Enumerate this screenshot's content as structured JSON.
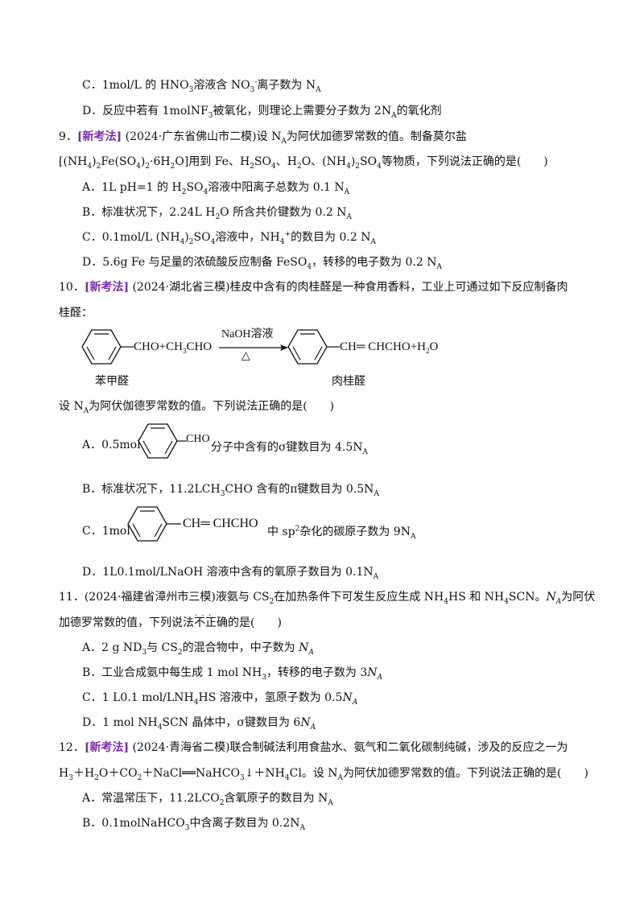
{
  "q8": {
    "optC": {
      "label": "C．",
      "a": "1mol/L 的 HNO",
      "s1": "3",
      "b": "溶液含 NO",
      "s2": "3",
      "s3": "-",
      "c": "离子数为 N",
      "s4": "A"
    },
    "optD": {
      "label": "D．",
      "a": "反应中若有 1molNF",
      "s1": "3",
      "b": "被氧化，则理论上需要分子数为 2N",
      "s2": "A",
      "c": "的氧化剂"
    }
  },
  "q9": {
    "num": "9．",
    "tag": "[新考法]",
    "line1": {
      "a": "(2024·广东省佛山市二模)设 N",
      "s1": "A",
      "b": "为阿伏加德罗常数的值。制备莫尔盐"
    },
    "line2": {
      "a": "[(NH",
      "s1": "4",
      "b": ")",
      "s2": "2",
      "c": "Fe(SO",
      "s3": "4",
      "d": ")",
      "s4": "2",
      "e": "·6H",
      "s5": "2",
      "f": "O]用到 Fe、H",
      "s6": "2",
      "g": "SO",
      "s7": "4",
      "h": "、H",
      "s8": "2",
      "i": "O、(NH",
      "s9": "4",
      "j": ")",
      "s10": "2",
      "k": "SO",
      "s11": "4",
      "l": "等物质，下列说法正确的是(　　)"
    },
    "optA": {
      "label": "A．",
      "a": "1L pH=1 的 H",
      "s1": "2",
      "b": "SO",
      "s2": "4",
      "c": "溶液中阳离子总数为 0.1 N",
      "s3": "A"
    },
    "optB": {
      "label": "B．",
      "a": "标准状况下，2.24L H",
      "s1": "2",
      "b": "O 所含共价键数为 0.2 N",
      "s2": "A"
    },
    "optC": {
      "label": "C．",
      "a": "0.1mol/L (NH",
      "s1": "4",
      "b": ")",
      "s2": "2",
      "c": "SO",
      "s3": "4",
      "d": "溶液中，NH",
      "s4": "4",
      "s5": "+",
      "e": "的数目为 0.2 N",
      "s6": "A"
    },
    "optD": {
      "label": "D．",
      "a": "5.6g Fe 与足量的浓硫酸反应制备 FeSO",
      "s1": "4",
      "b": "，转移的电子数为 0.2 N",
      "s2": "A"
    }
  },
  "q10": {
    "num": "10．",
    "tag": "[新考法]",
    "line1": "(2024·湖北省三模)桂皮中含有的肉桂醛是一种食用香料，工业上可通过如下反应制备肉",
    "line2": "桂醛：",
    "reaction": {
      "reactant": "CHO+CH",
      "r_sub": "3",
      "reactant2": "CHO",
      "condition_top": "NaOH溶液",
      "condition_bottom": "△",
      "product": "CH═ CHCHO+H",
      "p_sub": "2",
      "product2": "O",
      "label_left": "苯甲醛",
      "label_right": "肉桂醛"
    },
    "stem": {
      "a": "设 N",
      "s1": "A",
      "b": "为阿伏伽德罗常数的值。下列说法正确的是(　　)"
    },
    "optA": {
      "label": "A．",
      "a": "0.5mol",
      "group": "CHO",
      "b": "分子中含有的σ键数目为 4.5N",
      "s1": "A"
    },
    "optB": {
      "label": "B．",
      "a": "标准状况下，11.2LCH",
      "s1": "3",
      "b": "CHO 含有的π键数目为 0.5N",
      "s2": "A"
    },
    "optC": {
      "label": "C．",
      "a": "1mol",
      "group": "CH═ CHCHO",
      "b": "中 sp",
      "s1": "2",
      "c": "杂化的碳原子数为 9N",
      "s2": "A"
    },
    "optD": {
      "label": "D．",
      "a": "1L0.1mol/LNaOH 溶液中含有的氧原子数目为 0.1N",
      "s1": "A"
    }
  },
  "q11": {
    "num": "11．",
    "line1": {
      "a": "(2024·福建省漳州市三模)液氨与 CS",
      "s1": "2",
      "b": "在加热条件下可发生反应生成 NH",
      "s2": "4",
      "c": "HS 和 NH",
      "s3": "4",
      "d": "SCN。",
      "e": "N",
      "s4": "A",
      "f": "为阿伏"
    },
    "line2": {
      "a": "加德罗常数的值，下列说法",
      "b": "不正确",
      "c": "的是(　　)"
    },
    "optA": {
      "label": "A．",
      "a": "2 g ND",
      "s1": "3",
      "b": "与 CS",
      "s2": "2",
      "c": "的混合物中，中子数为 ",
      "d": "N",
      "s3": "A"
    },
    "optB": {
      "label": "B．",
      "a": "工业合成氨中每生成 1 mol NH",
      "s1": "3",
      "b": "，转移的电子数为 3",
      "c": "N",
      "s2": "A"
    },
    "optC": {
      "label": "C．",
      "a": "1 L0.1 mol/LNH",
      "s1": "4",
      "b": "HS 溶液中，氢原子数为 0.5",
      "c": "N",
      "s2": "A"
    },
    "optD": {
      "label": "D．",
      "a": "1 mol NH",
      "s1": "4",
      "b": "SCN 晶体中，σ键数目为 6",
      "c": "N",
      "s2": "A"
    }
  },
  "q12": {
    "num": "12．",
    "tag": "[新考法]",
    "line1": "(2024·青海省二模)联合制碱法利用食盐水、氨气和二氧化碳制纯碱，涉及的反应之一为",
    "line2": {
      "a": "H",
      "s1": "3",
      "b": "＋H",
      "s2": "2",
      "c": "O＋CO",
      "s3": "2",
      "d": "＋NaCl══NaHCO",
      "s4": "3",
      "e": "↓＋NH",
      "s5": "4",
      "f": "Cl。设 N",
      "s6": "A",
      "g": "为阿伏加德罗常数的值。下列说法正确的是(　　)"
    },
    "optA": {
      "label": "A．",
      "a": "常温常压下，11.2LCO",
      "s1": "2",
      "b": "含氧原子的数目为 N",
      "s2": "A"
    },
    "optB": {
      "label": "B．",
      "a": "0.1molNaHCO",
      "s1": "3",
      "b": "中含离子数目为 0.2N",
      "s2": "A"
    }
  }
}
